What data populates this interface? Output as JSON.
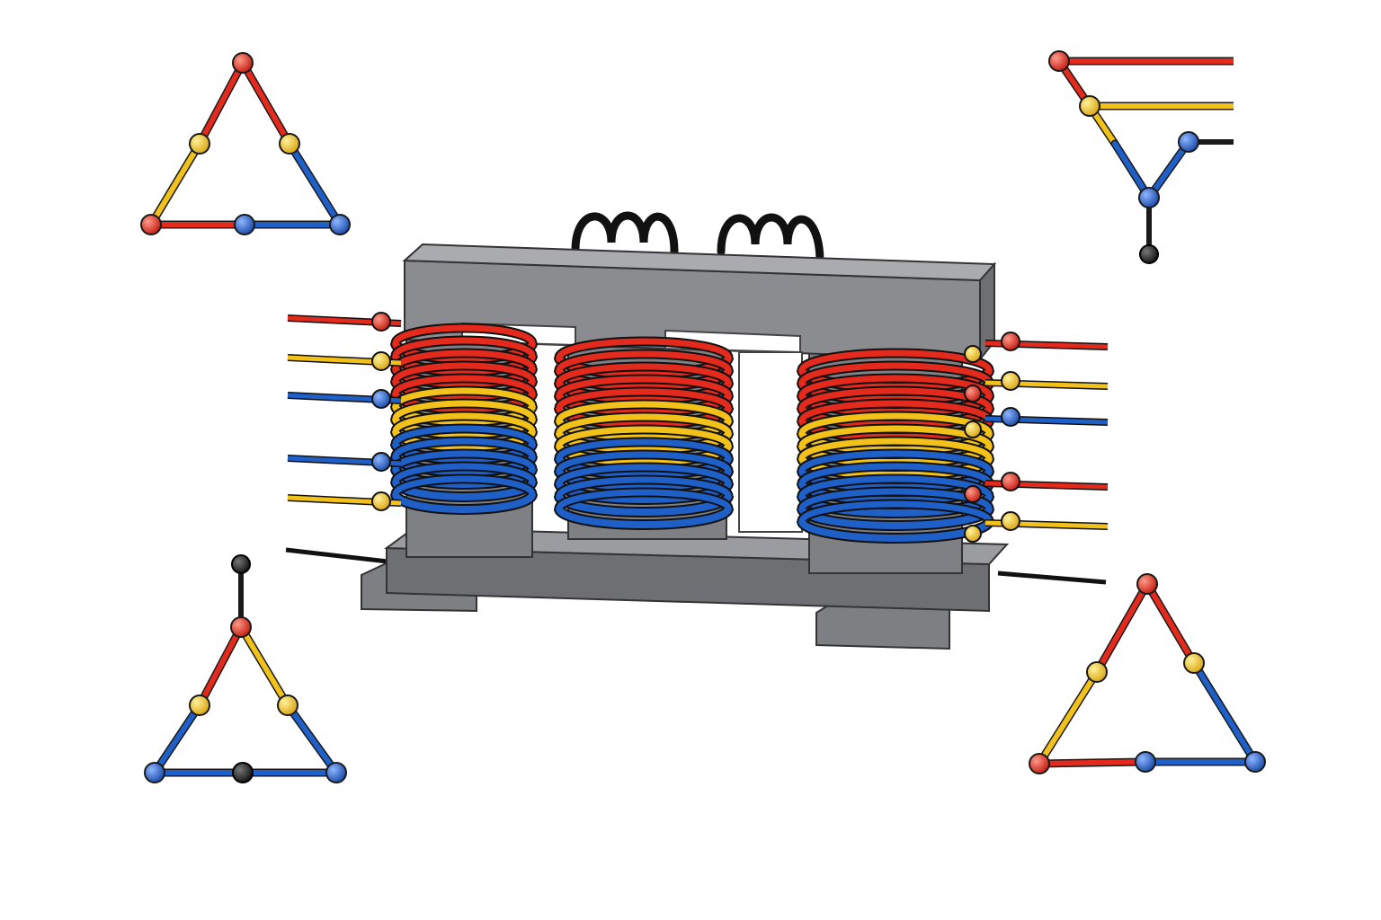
{
  "colors": {
    "red": "#e32a1c",
    "yellow": "#f2c21a",
    "blue": "#1f5fc8",
    "black": "#1a1a1a",
    "core_face": "#8a8c90",
    "core_top": "#a3a5a9",
    "core_side": "#6d6f73",
    "background": "#ffffff"
  },
  "core": {
    "legs": 3,
    "winding_order_top_to_bottom": [
      "red",
      "yellow",
      "blue"
    ]
  },
  "lead_groups": {
    "left": [
      "red",
      "yellow",
      "blue",
      "blue",
      "yellow",
      "black"
    ],
    "right": [
      "red",
      "yellow",
      "blue",
      "red",
      "yellow",
      "black"
    ]
  },
  "schematics": [
    {
      "id": "delta-top-left",
      "kind": "delta"
    },
    {
      "id": "wye-top-right",
      "kind": "wye-with-feeders"
    },
    {
      "id": "delta-bottom-left",
      "kind": "delta-with-neutral"
    },
    {
      "id": "delta-bottom-right",
      "kind": "delta"
    }
  ]
}
